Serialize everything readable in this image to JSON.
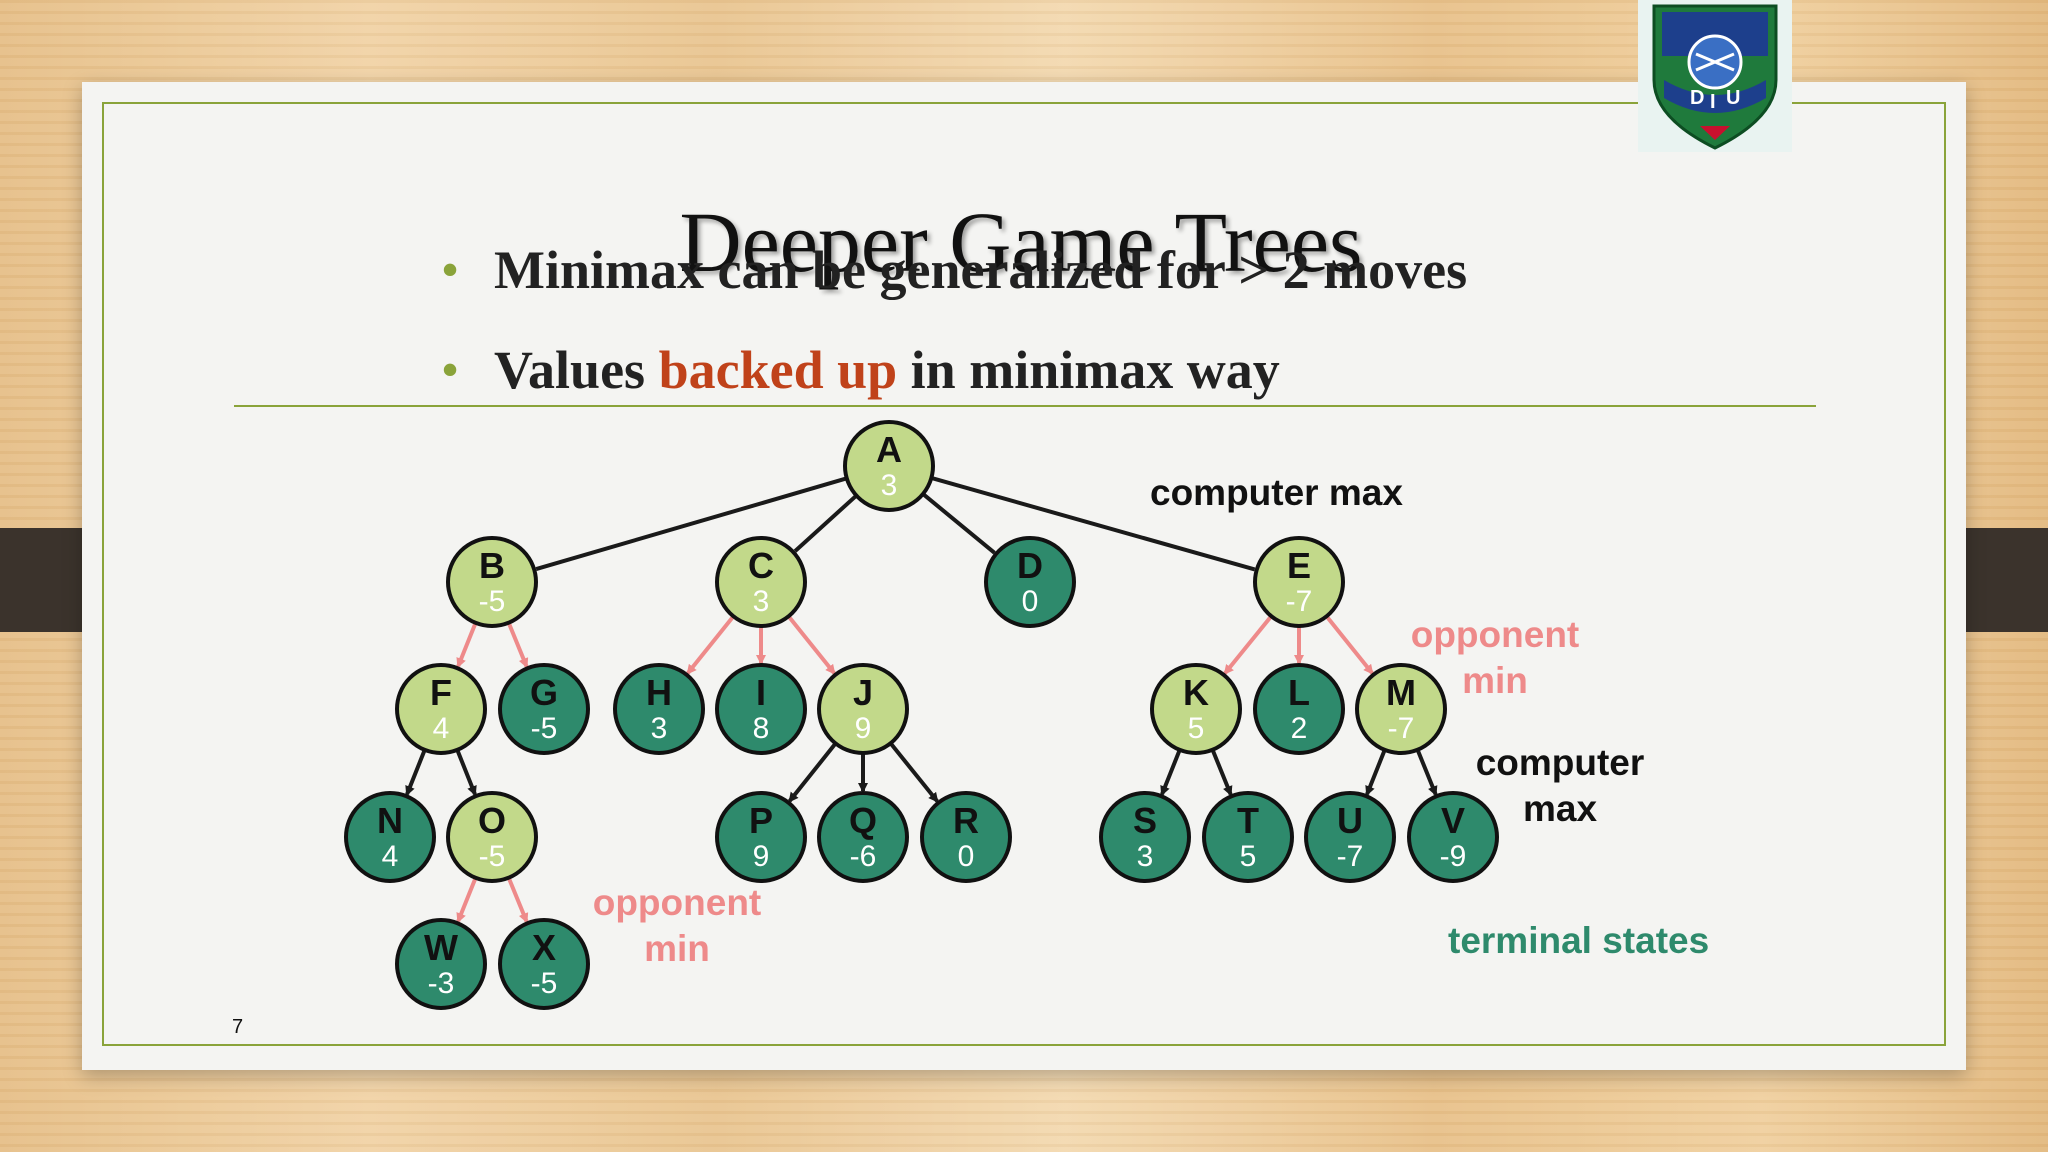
{
  "slide": {
    "title": "Deeper Game Trees",
    "bullets": [
      {
        "pre": "Minimax can be generalized for > 2 moves",
        "highlight": "",
        "post": ""
      },
      {
        "pre": "Values ",
        "highlight": "backed up",
        "post": " in minimax way"
      }
    ],
    "slide_number": "7"
  },
  "labels": {
    "computer_max_top": "computer max",
    "opponent_min_right_1": "opponent",
    "opponent_min_right_2": "min",
    "computer_max_right_1": "computer",
    "computer_max_right_2": "max",
    "opponent_min_left_1": "opponent",
    "opponent_min_left_2": "min",
    "terminal_states": "terminal states"
  },
  "tree": {
    "nodes": [
      {
        "id": "A",
        "value": "3",
        "type": "max"
      },
      {
        "id": "B",
        "value": "-5",
        "type": "max"
      },
      {
        "id": "C",
        "value": "3",
        "type": "max"
      },
      {
        "id": "D",
        "value": "0",
        "type": "terminal"
      },
      {
        "id": "E",
        "value": "-7",
        "type": "max"
      },
      {
        "id": "F",
        "value": "4",
        "type": "max"
      },
      {
        "id": "G",
        "value": "-5",
        "type": "terminal"
      },
      {
        "id": "H",
        "value": "3",
        "type": "terminal"
      },
      {
        "id": "I",
        "value": "8",
        "type": "terminal"
      },
      {
        "id": "J",
        "value": "9",
        "type": "max"
      },
      {
        "id": "K",
        "value": "5",
        "type": "max"
      },
      {
        "id": "L",
        "value": "2",
        "type": "terminal"
      },
      {
        "id": "M",
        "value": "-7",
        "type": "max"
      },
      {
        "id": "N",
        "value": "4",
        "type": "terminal"
      },
      {
        "id": "O",
        "value": "-5",
        "type": "max"
      },
      {
        "id": "P",
        "value": "9",
        "type": "terminal"
      },
      {
        "id": "Q",
        "value": "-6",
        "type": "terminal"
      },
      {
        "id": "R",
        "value": "0",
        "type": "terminal"
      },
      {
        "id": "S",
        "value": "3",
        "type": "terminal"
      },
      {
        "id": "T",
        "value": "5",
        "type": "terminal"
      },
      {
        "id": "U",
        "value": "-7",
        "type": "terminal"
      },
      {
        "id": "V",
        "value": "-9",
        "type": "terminal"
      },
      {
        "id": "W",
        "value": "-3",
        "type": "terminal"
      },
      {
        "id": "X",
        "value": "-5",
        "type": "terminal"
      }
    ],
    "edges": [
      {
        "from": "A",
        "to": "B",
        "kind": "max"
      },
      {
        "from": "A",
        "to": "C",
        "kind": "max"
      },
      {
        "from": "A",
        "to": "D",
        "kind": "max"
      },
      {
        "from": "A",
        "to": "E",
        "kind": "max"
      },
      {
        "from": "B",
        "to": "F",
        "kind": "min"
      },
      {
        "from": "B",
        "to": "G",
        "kind": "min"
      },
      {
        "from": "C",
        "to": "H",
        "kind": "min"
      },
      {
        "from": "C",
        "to": "I",
        "kind": "min"
      },
      {
        "from": "C",
        "to": "J",
        "kind": "min"
      },
      {
        "from": "E",
        "to": "K",
        "kind": "min"
      },
      {
        "from": "E",
        "to": "L",
        "kind": "min"
      },
      {
        "from": "E",
        "to": "M",
        "kind": "min"
      },
      {
        "from": "F",
        "to": "N",
        "kind": "max"
      },
      {
        "from": "F",
        "to": "O",
        "kind": "max"
      },
      {
        "from": "J",
        "to": "P",
        "kind": "max"
      },
      {
        "from": "J",
        "to": "Q",
        "kind": "max"
      },
      {
        "from": "J",
        "to": "R",
        "kind": "max"
      },
      {
        "from": "K",
        "to": "S",
        "kind": "max"
      },
      {
        "from": "K",
        "to": "T",
        "kind": "max"
      },
      {
        "from": "M",
        "to": "U",
        "kind": "max"
      },
      {
        "from": "M",
        "to": "V",
        "kind": "max"
      },
      {
        "from": "O",
        "to": "W",
        "kind": "min"
      },
      {
        "from": "O",
        "to": "X",
        "kind": "min"
      }
    ],
    "colors": {
      "max_fill": "#c2d98a",
      "terminal_fill": "#2e8a6c",
      "node_stroke": "#111111",
      "max_edge": "#1a1a1a",
      "min_edge": "#ee8a8a",
      "max_text": "#ffffff",
      "id_text": "#111111"
    }
  }
}
